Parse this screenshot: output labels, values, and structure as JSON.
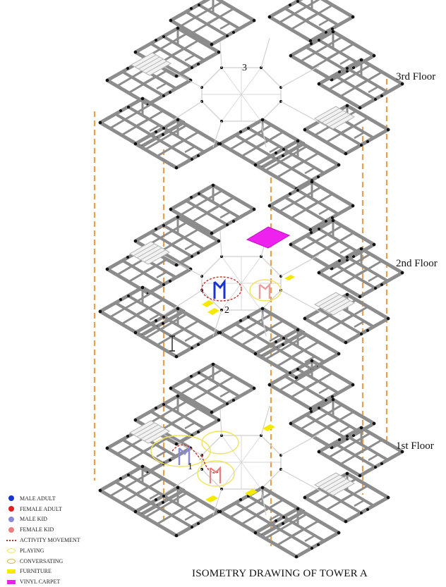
{
  "title": "ISOMETRY DRAWING OF TOWER A",
  "floors": {
    "third": "3rd Floor",
    "second": "2nd Floor",
    "first": "1st Floor"
  },
  "markers": {
    "m1": "1",
    "m2": "2",
    "m3": "3"
  },
  "legend": [
    {
      "label": "MALE ADULT",
      "kind": "dot",
      "color": "#1a33cc"
    },
    {
      "label": "FEMALE ADULT",
      "kind": "dot",
      "color": "#e02020"
    },
    {
      "label": "MALE KID",
      "kind": "dot",
      "color": "#8a8ad8"
    },
    {
      "label": "FEMALE KID",
      "kind": "dot",
      "color": "#ea7f7f"
    },
    {
      "label": "ACTIVITY MOVEMENT",
      "kind": "dash",
      "color": "#c0302a"
    },
    {
      "label": "PLAYING",
      "kind": "ring",
      "color": "#f0e35a"
    },
    {
      "label": "CONVERSATING",
      "kind": "ring",
      "color": "#d8b440"
    },
    {
      "label": "FURNITURE",
      "kind": "rect",
      "color": "#f4ea00"
    },
    {
      "label": "VINYL CARPET",
      "kind": "rect",
      "color": "#ee22ee"
    }
  ],
  "colors": {
    "wall": "#8c8c8c",
    "post": "#111111",
    "connector": "#e8a050",
    "carpet": "#ee22ee",
    "furniture": "#f4ea00"
  }
}
